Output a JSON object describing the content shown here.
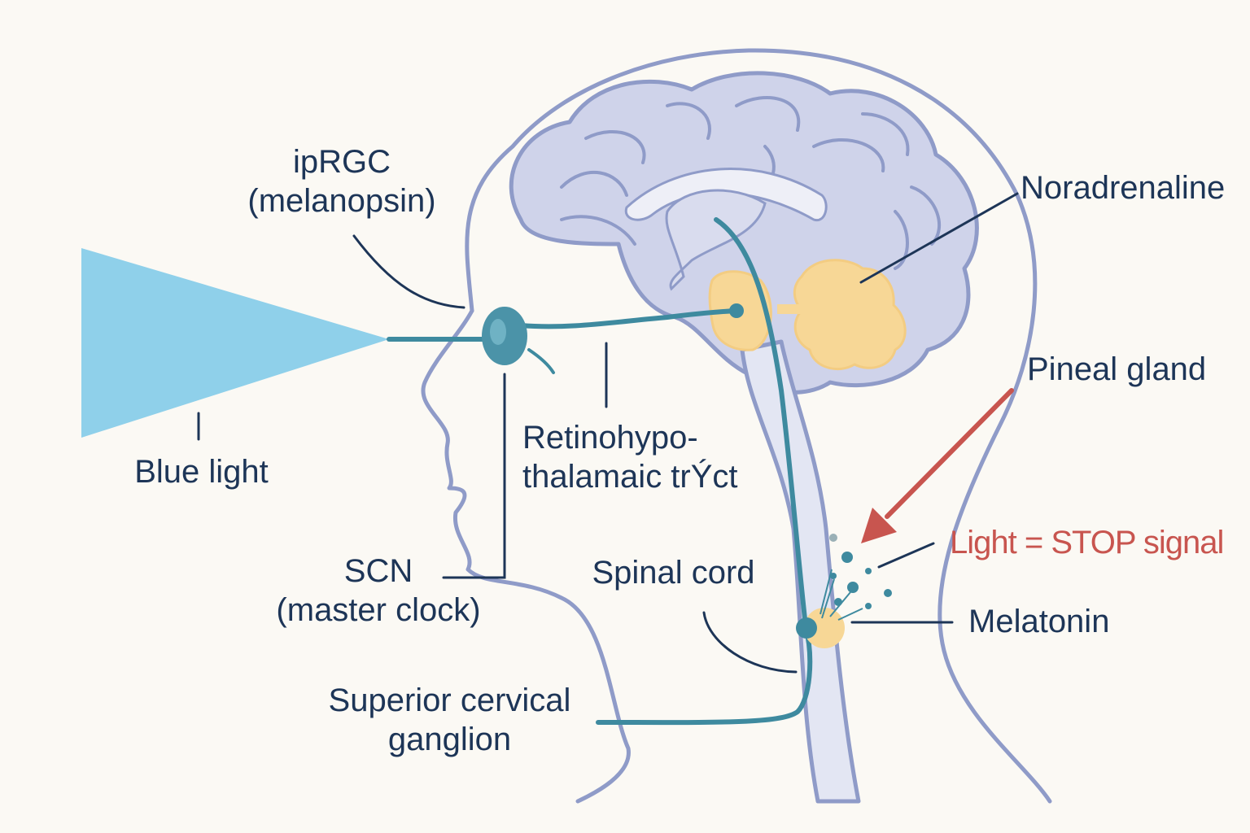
{
  "labels": {
    "iprgc": {
      "line1": "ipRGC",
      "line2": "(melanopsin)"
    },
    "blue_light": "Blue light",
    "rht": {
      "line1": "Retinohypo-",
      "line2": "thalamaic trÝct"
    },
    "scn": {
      "line1": "SCN",
      "line2": "(master clock)"
    },
    "spinal_cord": "Spinal cord",
    "scg": {
      "line1": "Superior cervical",
      "line2": "ganglion"
    },
    "noradrenaline": "Noradrenaline",
    "pineal": "Pineal gland",
    "stop": "Light = STOP signal",
    "melatonin": "Melatonin"
  },
  "colors": {
    "background": "#fbf9f4",
    "head_outline": "#8f9bc8",
    "brain_fill": "#cfd3ea",
    "nerve": "#3e8a9f",
    "eye": "#4b93a8",
    "light_beam": "#8fd0ea",
    "gland": "#f7d796",
    "label_text": "#1d3557",
    "stop_signal": "#c8554f"
  }
}
